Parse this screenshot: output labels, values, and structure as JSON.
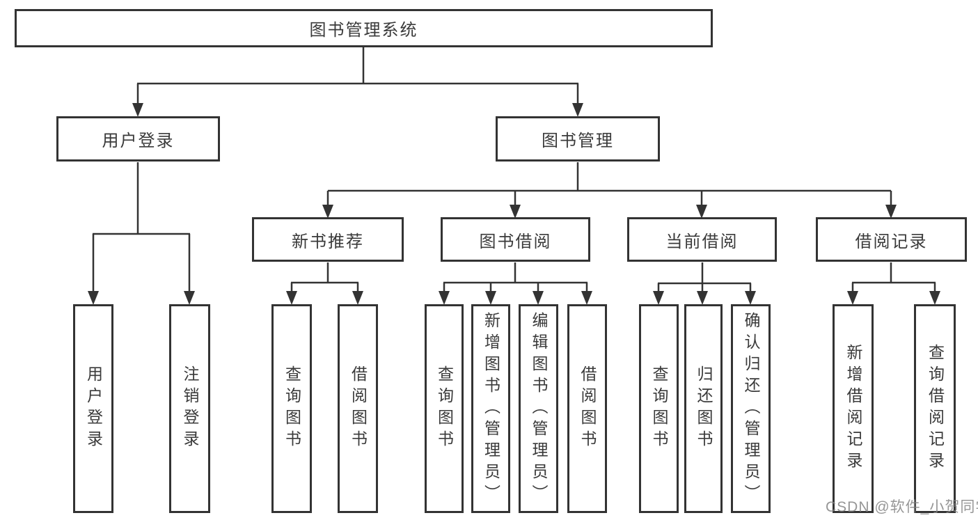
{
  "diagram_title": "图书管理系统",
  "tree": {
    "label": "图书管理系统",
    "children": [
      {
        "label": "用户登录",
        "children": [
          {
            "label": "用户登录"
          },
          {
            "label": "注销登录"
          }
        ]
      },
      {
        "label": "图书管理",
        "children": [
          {
            "label": "新书推荐",
            "children": [
              {
                "label": "查询图书"
              },
              {
                "label": "借阅图书"
              }
            ]
          },
          {
            "label": "图书借阅",
            "children": [
              {
                "label": "查询图书"
              },
              {
                "label": "新增图书（管理员）"
              },
              {
                "label": "编辑图书（管理员）"
              },
              {
                "label": "借阅图书"
              }
            ]
          },
          {
            "label": "当前借阅",
            "children": [
              {
                "label": "查询图书"
              },
              {
                "label": "归还图书"
              },
              {
                "label": "确认归还（管理员）"
              }
            ]
          },
          {
            "label": "借阅记录",
            "children": [
              {
                "label": "新增借阅记录"
              },
              {
                "label": "查询借阅记录"
              }
            ]
          }
        ]
      }
    ]
  },
  "watermark": "CSDN @软件_小贺同学",
  "colors": {
    "line": "#333333",
    "box_border": "#333333",
    "text": "#3a3a3a",
    "watermark": "#848484",
    "background": "#ffffff"
  }
}
